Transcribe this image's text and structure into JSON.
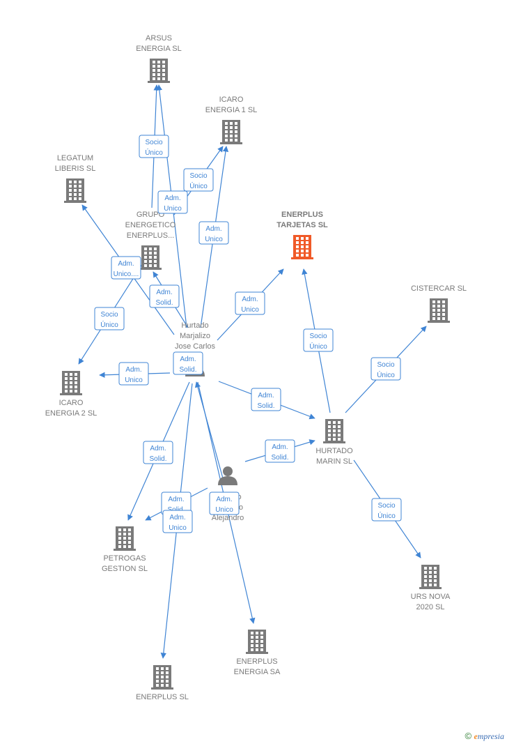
{
  "nodes": [
    {
      "id": "arsus",
      "type": "company",
      "lines": [
        "ARSUS",
        "ENERGIA  SL"
      ]
    },
    {
      "id": "icaro1",
      "type": "company",
      "lines": [
        "ICARO",
        "ENERGIA 1  SL"
      ]
    },
    {
      "id": "legatum",
      "type": "company",
      "lines": [
        "LEGATUM",
        "LIBERIS  SL"
      ]
    },
    {
      "id": "grupo",
      "type": "company",
      "lines": [
        "GRUPO",
        "ENERGETICO",
        "ENERPLUS..."
      ]
    },
    {
      "id": "tarjetas",
      "type": "company",
      "focus": true,
      "lines": [
        "ENERPLUS",
        "TARJETAS  SL"
      ]
    },
    {
      "id": "cistercar",
      "type": "company",
      "lines": [
        "CISTERCAR SL"
      ]
    },
    {
      "id": "jose",
      "type": "person",
      "lines": [
        "Hurtado",
        "Marjalizo",
        "Jose Carlos"
      ]
    },
    {
      "id": "icaro2",
      "type": "company",
      "lines": [
        "ICARO",
        "ENERGIA 2  SL"
      ]
    },
    {
      "id": "hurtadomarin",
      "type": "company",
      "lines": [
        "HURTADO",
        "MARIN SL"
      ]
    },
    {
      "id": "alejandro",
      "type": "person",
      "lines": [
        "Hurtado",
        "Marjalizo",
        "Alejandro"
      ]
    },
    {
      "id": "petrogas",
      "type": "company",
      "lines": [
        "PETROGAS",
        "GESTION  SL"
      ]
    },
    {
      "id": "ursnova",
      "type": "company",
      "lines": [
        "URS NOVA",
        "2020  SL"
      ]
    },
    {
      "id": "enerplussa",
      "type": "company",
      "lines": [
        "ENERPLUS",
        "ENERGIA SA"
      ]
    },
    {
      "id": "enerplussl",
      "type": "company",
      "lines": [
        "ENERPLUS SL"
      ]
    }
  ],
  "edges": [
    {
      "from": "grupo",
      "to": "arsus",
      "label": [
        "Socio",
        "Único"
      ]
    },
    {
      "from": "jose",
      "to": "arsus",
      "label": [
        "Adm.",
        "Unico"
      ]
    },
    {
      "from": "grupo",
      "to": "icaro1",
      "label": [
        "Socio",
        "Único"
      ]
    },
    {
      "from": "jose",
      "to": "icaro1",
      "label": [
        "Adm.",
        "Unico"
      ]
    },
    {
      "from": "jose",
      "to": "legatum",
      "label": [
        "Adm.",
        "Unico...."
      ]
    },
    {
      "from": "jose",
      "to": "grupo",
      "label": [
        "Adm.",
        "Solid."
      ]
    },
    {
      "from": "jose",
      "to": "tarjetas",
      "label": [
        "Adm.",
        "Unico"
      ]
    },
    {
      "from": "grupo",
      "to": "icaro2",
      "label": [
        "Socio",
        "Único"
      ]
    },
    {
      "from": "jose",
      "to": "icaro2",
      "label": [
        "Adm.",
        "Unico"
      ]
    },
    {
      "from": "jose",
      "to": "hurtadomarin",
      "label": [
        "Adm.",
        "Solid."
      ]
    },
    {
      "from": "alejandro",
      "to": "hurtadomarin",
      "label": [
        "Adm.",
        "Solid."
      ]
    },
    {
      "from": "hurtadomarin",
      "to": "tarjetas",
      "label": [
        "Socio",
        "Único"
      ]
    },
    {
      "from": "hurtadomarin",
      "to": "cistercar",
      "label": [
        "Socio",
        "Único"
      ]
    },
    {
      "from": "hurtadomarin",
      "to": "ursnova",
      "label": [
        "Socio",
        "Único"
      ]
    },
    {
      "from": "jose",
      "to": "petrogas",
      "label": [
        "Adm.",
        "Solid."
      ]
    },
    {
      "from": "alejandro",
      "to": "petrogas",
      "label": [
        "Adm.",
        "Solid."
      ]
    },
    {
      "from": "jose",
      "to": "enerplussl",
      "label": [
        "Adm.",
        "Unico"
      ]
    },
    {
      "from": "jose",
      "to": "enerplussa",
      "label": [
        "Adm.",
        "Unico"
      ]
    },
    {
      "from": "alejandro",
      "to": "jose",
      "label": [
        "Adm.",
        "Solid."
      ]
    }
  ],
  "colors": {
    "edge": "#3f84d4",
    "company": "#7a7a7a",
    "focus": "#f05a28",
    "person": "#7a7a7a"
  },
  "footer": {
    "copyright": "©",
    "brand_initial": "e",
    "brand_rest": "mpresia"
  }
}
